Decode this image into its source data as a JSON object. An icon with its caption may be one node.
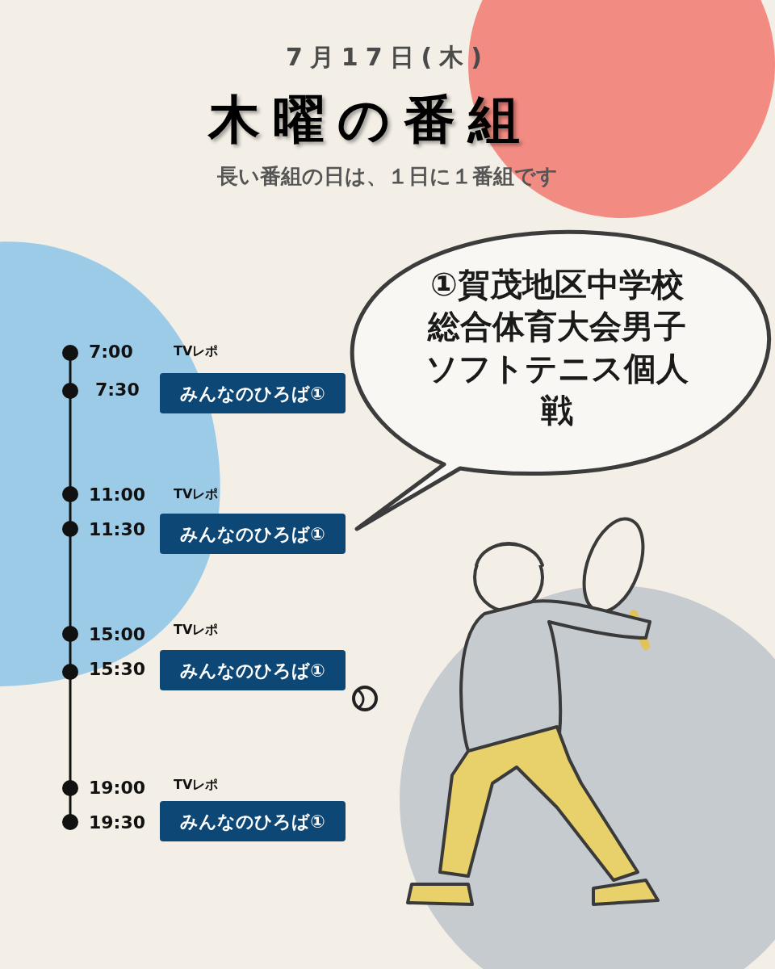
{
  "diagram": {
    "title": "木曜の番組",
    "nodes": [
      {
        "text": [
          "みんなのひろば①"
        ]
      },
      {
        "text": [
          "みんなのひろば①"
        ]
      },
      {
        "text": [
          "みんなのひろば①"
        ]
      },
      {
        "text": [
          "みんなのひろば①"
        ]
      },
      {
        "text": [
          "①賀茂地区中学校総合体育大会男子ソフトテニス個人戦"
        ]
      }
    ],
    "labels": [
      "7月17日(木)",
      "長い番組の日は、１日に１番組です",
      "7:00",
      "TVレポ",
      "7:30",
      "11:00",
      "TVレポ",
      "11:30",
      "15:00",
      "TVレポ",
      "15:30",
      "19:00",
      "TVレポ",
      "19:30"
    ]
  }
}
